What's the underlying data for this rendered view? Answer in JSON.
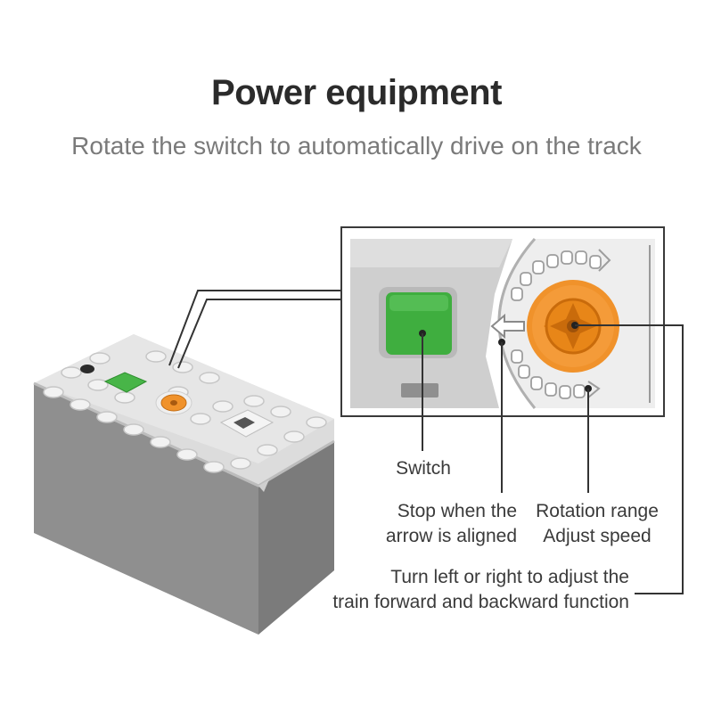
{
  "header": {
    "title": "Power equipment",
    "subtitle": "Rotate the switch to automatically drive on the track"
  },
  "labels": {
    "switch": "Switch",
    "stop_line1": "Stop when the",
    "stop_line2": "arrow is aligned",
    "rotation_line1": "Rotation range",
    "rotation_line2": "Adjust speed",
    "turn_line1": "Turn left or right to adjust the",
    "turn_line2": "train forward and backward function"
  },
  "colors": {
    "switch_green": "#3fae3f",
    "knob_orange": "#f0922b",
    "box_gray": "#8d8d8d",
    "panel_light": "#e9e9e9",
    "callout_line": "#333333"
  },
  "icons": {
    "battery_box": "battery-box-illustration",
    "dial": "rotation-dial-icon",
    "arrow": "stop-arrow-icon"
  }
}
